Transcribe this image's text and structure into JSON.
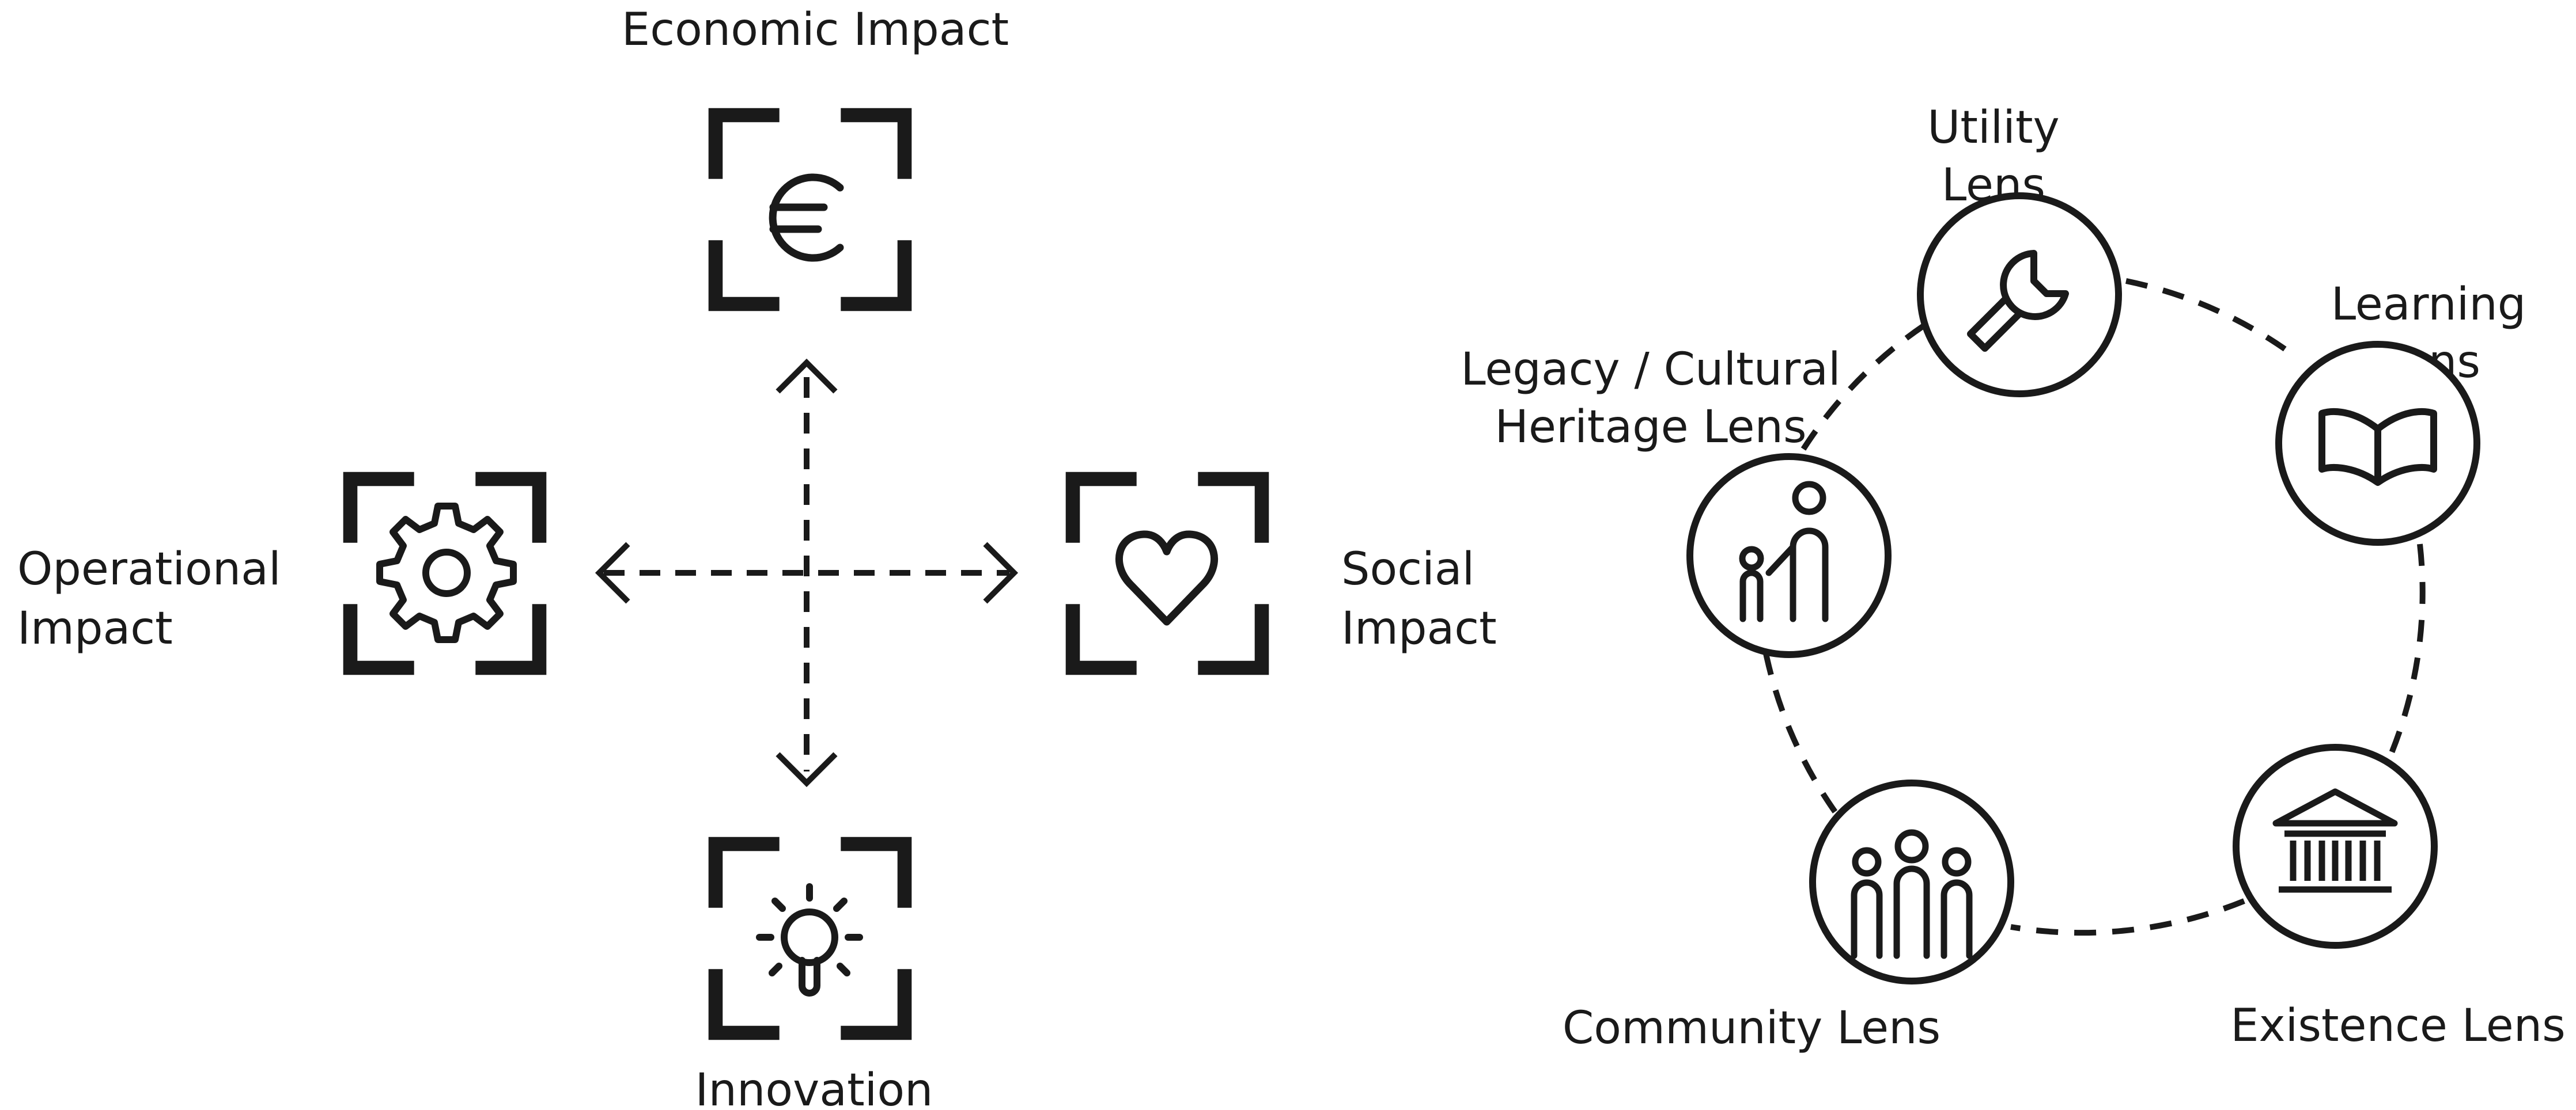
{
  "colors": {
    "ink": "#1a1a1a",
    "background": "#ffffff"
  },
  "impact_diagram": {
    "economic": {
      "label": "Economic Impact",
      "icon": "euro-icon"
    },
    "operational": {
      "label_line1": "Operational",
      "label_line2": "Impact",
      "icon": "gear-icon"
    },
    "social": {
      "label_line1": "Social",
      "label_line2": "Impact",
      "icon": "heart-icon"
    },
    "innovation": {
      "label": "Innovation",
      "icon": "lightbulb-icon"
    }
  },
  "lens_cycle": {
    "utility": {
      "label_line1": "Utility",
      "label_line2": "Lens",
      "icon": "wrench-icon"
    },
    "learning": {
      "label_line1": "Learning",
      "label_line2": "Lens",
      "icon": "book-icon"
    },
    "legacy": {
      "label_line1": "Legacy / Cultural",
      "label_line2": "Heritage Lens",
      "icon": "adult-and-child-icon"
    },
    "community": {
      "label": "Community Lens",
      "icon": "group-of-people-icon"
    },
    "existence": {
      "label": "Existence Lens",
      "icon": "museum-building-icon"
    }
  }
}
